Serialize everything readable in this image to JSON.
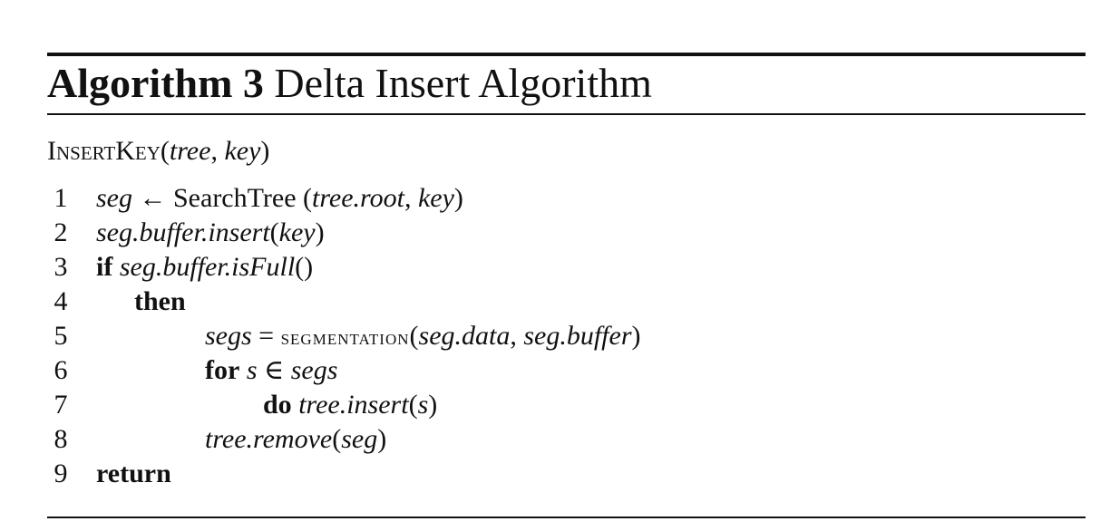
{
  "caption": {
    "label": "Algorithm 3",
    "title": "Delta Insert Algorithm"
  },
  "signature": {
    "name": "InsertKey",
    "open": "(",
    "arg1": "tree",
    "sep": ", ",
    "arg2": "key",
    "close": ")"
  },
  "lines": [
    {
      "num": "1",
      "p1": "seg",
      "p2": " ← SearchTree (",
      "p3": "tree.root",
      "p4": ", ",
      "p5": "key",
      "p6": ")"
    },
    {
      "num": "2",
      "p1": "seg.buffer.insert",
      "p2": "(",
      "p3": "key",
      "p4": ")"
    },
    {
      "num": "3",
      "kw": "if",
      "p1": "seg.buffer.isFull",
      "p2": "()"
    },
    {
      "num": "4",
      "kw": "then"
    },
    {
      "num": "5",
      "p1": "segs",
      "p2": " = ",
      "sc": "SEGMENTATION",
      "p3": "(",
      "p4": "seg.data",
      "p5": ", ",
      "p6": "seg.buffer",
      "p7": ")"
    },
    {
      "num": "6",
      "kw": "for",
      "p1": "s",
      "p2": " ∈ ",
      "p3": "segs"
    },
    {
      "num": "7",
      "kw": "do",
      "p1": "tree.insert",
      "p2": "(",
      "p3": "s",
      "p4": ")"
    },
    {
      "num": "8",
      "p1": "tree.remove",
      "p2": "(",
      "p3": "seg",
      "p4": ")"
    },
    {
      "num": "9",
      "kw": "return"
    }
  ]
}
